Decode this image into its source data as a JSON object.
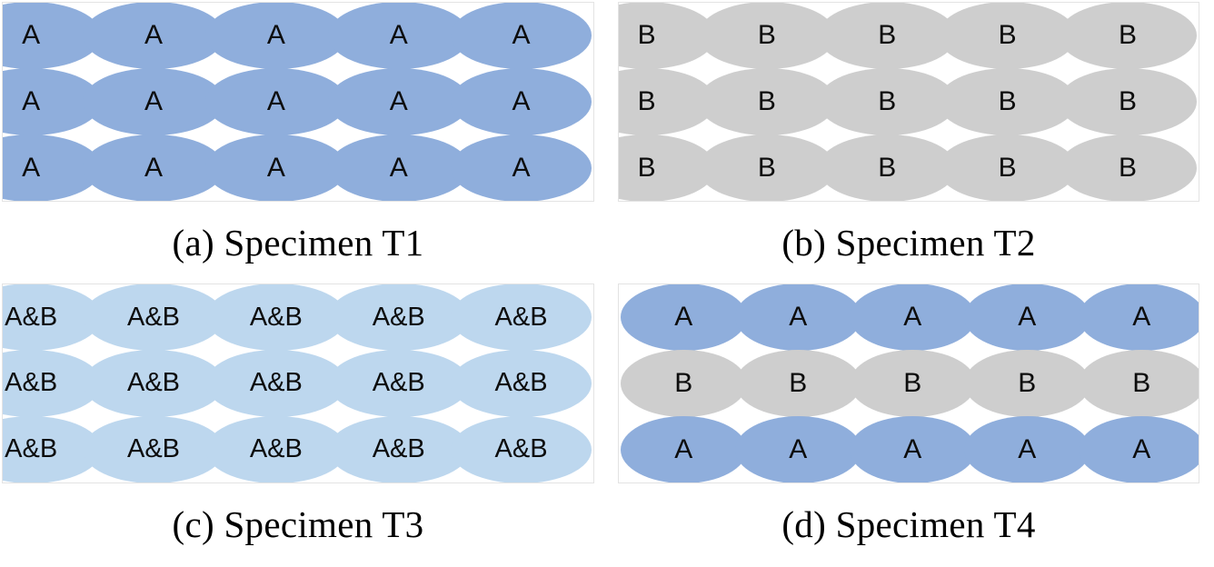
{
  "figure": {
    "background": "#ffffff",
    "panel_border_color": "#e3e3e3"
  },
  "colors": {
    "blue_medium": "#8FAEDC",
    "blue_light": "#BDD7EE",
    "gray": "#CECECE",
    "label_text": "#0d0d0d",
    "caption_text": "#000000"
  },
  "panels": [
    {
      "id": "a",
      "caption": "(a) Specimen T1",
      "columns": 5,
      "rows": 3,
      "rows_data": [
        {
          "label": "A",
          "color": "#8FAEDC"
        },
        {
          "label": "A",
          "color": "#8FAEDC"
        },
        {
          "label": "A",
          "color": "#8FAEDC"
        }
      ],
      "label_font_size": 30,
      "clipped_edges": true
    },
    {
      "id": "b",
      "caption": "(b) Specimen T2",
      "columns": 5,
      "rows": 3,
      "rows_data": [
        {
          "label": "B",
          "color": "#CECECE"
        },
        {
          "label": "B",
          "color": "#CECECE"
        },
        {
          "label": "B",
          "color": "#CECECE"
        }
      ],
      "label_font_size": 30,
      "clipped_edges": true
    },
    {
      "id": "c",
      "caption": "(c) Specimen T3",
      "columns": 5,
      "rows": 3,
      "rows_data": [
        {
          "label": "A&B",
          "color": "#BDD7EE"
        },
        {
          "label": "A&B",
          "color": "#BDD7EE"
        },
        {
          "label": "A&B",
          "color": "#BDD7EE"
        }
      ],
      "label_font_size": 29,
      "clipped_edges": true
    },
    {
      "id": "d",
      "caption": "(d) Specimen T4",
      "columns": 5,
      "rows": 3,
      "rows_data": [
        {
          "label": "A",
          "color": "#8FAEDC"
        },
        {
          "label": "B",
          "color": "#CECECE"
        },
        {
          "label": "A",
          "color": "#8FAEDC"
        }
      ],
      "label_font_size": 30,
      "clipped_edges": false
    }
  ]
}
